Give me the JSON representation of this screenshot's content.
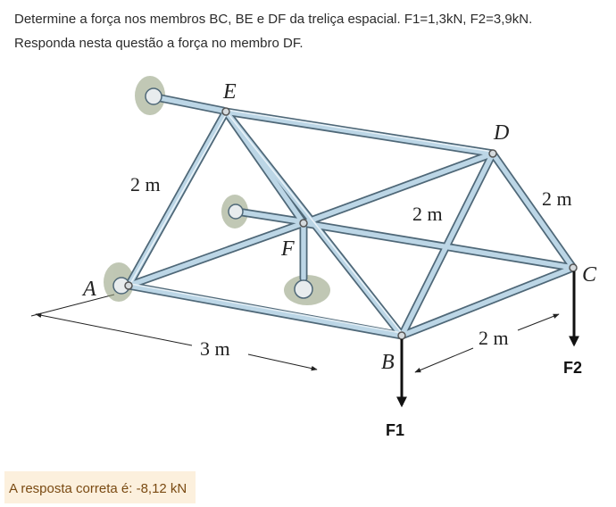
{
  "question": {
    "line1": "Determine a força nos membros BC, BE e DF da treliça espacial. F1=1,3kN, F2=3,9kN.",
    "line2": "Responda nesta questão a força no membro DF."
  },
  "figure": {
    "joints": {
      "A": "A",
      "B": "B",
      "C": "C",
      "D": "D",
      "E": "E",
      "F": "F"
    },
    "dimensions": {
      "ae": "2 m",
      "ab": "3 m",
      "df": "2 m",
      "dc": "2 m",
      "bc": "2 m"
    },
    "forces": {
      "f1": "F1",
      "f2": "F2"
    },
    "colors": {
      "member": "#bcd6e6",
      "member_edge": "#4f6878",
      "support_shadow": "#8e9a78"
    }
  },
  "answer": {
    "text": "A resposta correta é: -8,12 kN"
  }
}
